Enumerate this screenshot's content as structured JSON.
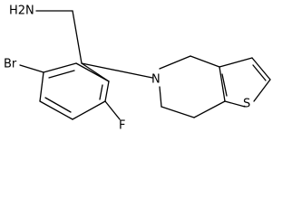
{
  "atoms": {
    "amine": "H2N",
    "bromine": "Br",
    "fluorine": "F",
    "ring_nitrogen": "N",
    "sulfur": "S"
  },
  "colors": {
    "background": "#ffffff",
    "bond": "#000000",
    "text": "#000000"
  }
}
